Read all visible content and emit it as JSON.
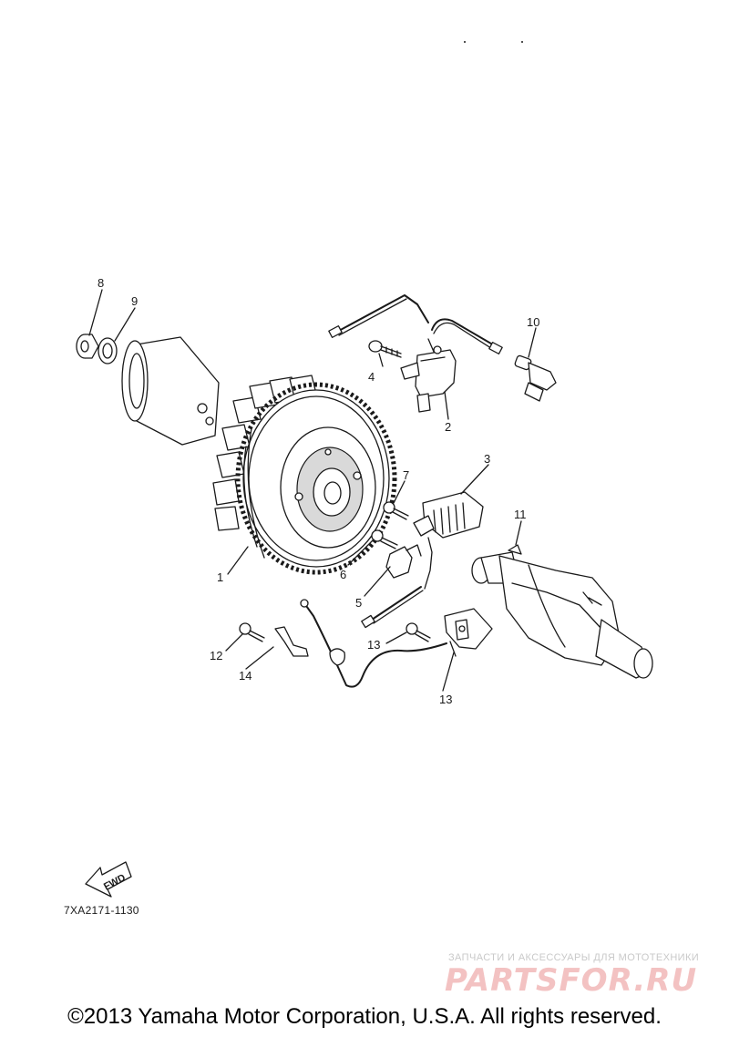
{
  "callouts": [
    "1",
    "2",
    "3",
    "4",
    "5",
    "6",
    "7",
    "8",
    "9",
    "10",
    "11",
    "12",
    "13",
    "13",
    "14"
  ],
  "fwd_label": "FWD",
  "diagram_code": "7XA2171-1130",
  "watermark": {
    "caption": "ЗАПЧАСТИ И АКСЕССУАРЫ ДЛЯ МОТОТЕХНИКИ",
    "logo": "PARTSFOR.RU"
  },
  "copyright": "©2013 Yamaha Motor Corporation, U.S.A. All rights reserved."
}
